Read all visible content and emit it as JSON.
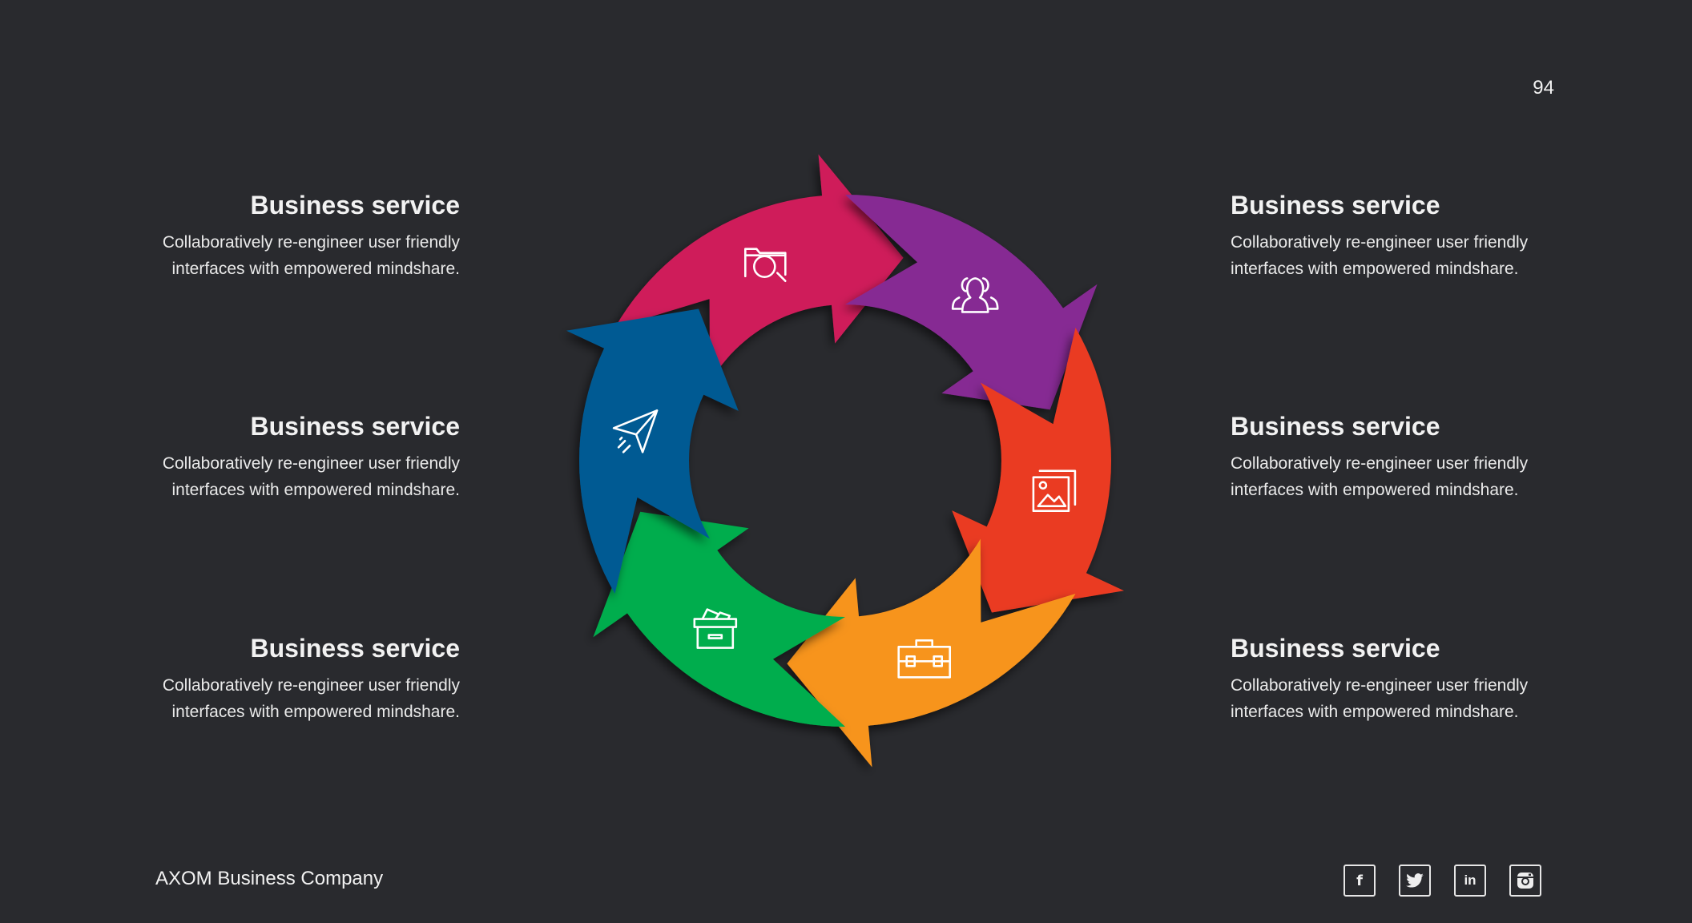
{
  "page_number": "94",
  "services": [
    {
      "title": "Business service",
      "text_line1": "Collaboratively re-engineer user friendly",
      "text_line2": "interfaces with empowered mindshare."
    },
    {
      "title": "Business service",
      "text_line1": "Collaboratively re-engineer user friendly",
      "text_line2": "interfaces with empowered mindshare."
    },
    {
      "title": "Business service",
      "text_line1": "Collaboratively re-engineer user friendly",
      "text_line2": "interfaces with empowered mindshare."
    },
    {
      "title": "Business service",
      "text_line1": "Collaboratively re-engineer user friendly",
      "text_line2": "interfaces with empowered mindshare."
    },
    {
      "title": "Business service",
      "text_line1": "Collaboratively re-engineer user friendly",
      "text_line2": "interfaces with empowered mindshare."
    },
    {
      "title": "Business service",
      "text_line1": "Collaboratively re-engineer user friendly",
      "text_line2": "interfaces with empowered mindshare."
    }
  ],
  "cycle": [
    {
      "color": "#cf1f5a",
      "icon": "folder-search-icon"
    },
    {
      "color": "#862a93",
      "icon": "users-icon"
    },
    {
      "color": "#ea3b24",
      "icon": "images-icon"
    },
    {
      "color": "#f7941e",
      "icon": "toolbox-icon"
    },
    {
      "color": "#00ad4d",
      "icon": "archive-box-icon"
    },
    {
      "color": "#005a93",
      "icon": "paper-plane-icon"
    }
  ],
  "footer": {
    "company": "AXOM Business Company"
  },
  "socials": [
    {
      "name": "facebook",
      "glyph": "f"
    },
    {
      "name": "twitter",
      "glyph": "t"
    },
    {
      "name": "linkedin",
      "glyph": "in"
    },
    {
      "name": "instagram",
      "glyph": "ig"
    }
  ]
}
